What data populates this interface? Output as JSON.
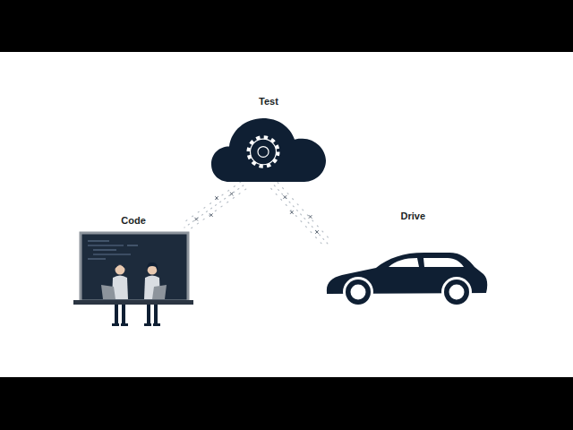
{
  "diagram": {
    "nodes": [
      {
        "text": [
          "Test"
        ]
      },
      {
        "text": [
          "Code"
        ]
      },
      {
        "text": [
          "Drive"
        ]
      }
    ],
    "edges": [
      {
        "from": 0,
        "to": 1,
        "arrow": "none"
      },
      {
        "from": 0,
        "to": 2,
        "arrow": "none"
      }
    ]
  }
}
